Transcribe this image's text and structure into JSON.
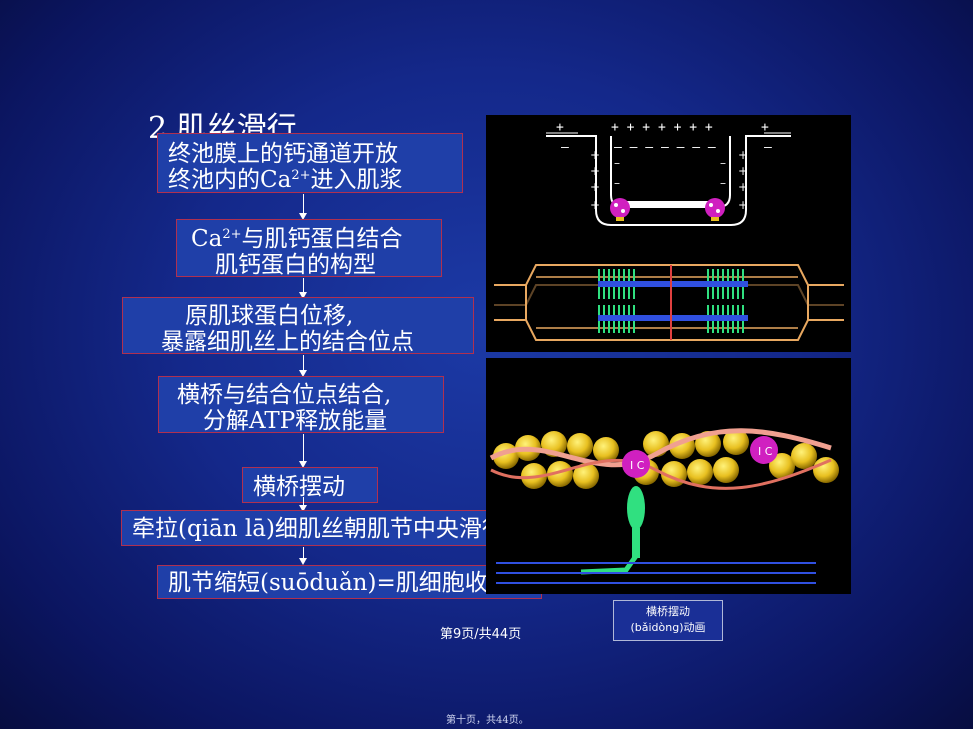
{
  "slide": {
    "title": "2.肌丝滑行",
    "steps": [
      {
        "line1": "终池膜上的钙通道开放",
        "line2_pre": "终池内的Ca",
        "line2_sup": "2+",
        "line2_post": "进入肌浆"
      },
      {
        "line1_pre": "Ca",
        "line1_sup": "2+",
        "line1_post": "与肌钙蛋白结合",
        "line2": "肌钙蛋白的构型"
      },
      {
        "line1": "原肌球蛋白位移,",
        "line2": "暴露细肌丝上的结合位点"
      },
      {
        "line1": "横桥与结合位点结合,",
        "line2": "分解ATP释放能量"
      },
      {
        "line1": "横桥摆动"
      },
      {
        "line1": "牵拉(qiān lā)细肌丝朝肌节中央滑行"
      },
      {
        "line1": "肌节缩短(suōduǎn)=肌细胞收缩"
      }
    ],
    "diagram_top": {
      "plus_top": "+   + + + + + + +    +",
      "minus_top": "–   – – – – – –    –"
    },
    "caption": {
      "line1": "横桥摆动",
      "line2": "(bǎidòng)动画"
    },
    "page_number": "第9页/共44页",
    "footer": "第十页，共44页。"
  },
  "colors": {
    "background": "#14288a",
    "box_fill": "#1f3fa8",
    "box_border": "#b03050",
    "actin_yellow": "#e8c020",
    "myosin_green": "#30e080",
    "ca_magenta": "#d020c0"
  },
  "icons": [
    "arrow-down-icon"
  ]
}
